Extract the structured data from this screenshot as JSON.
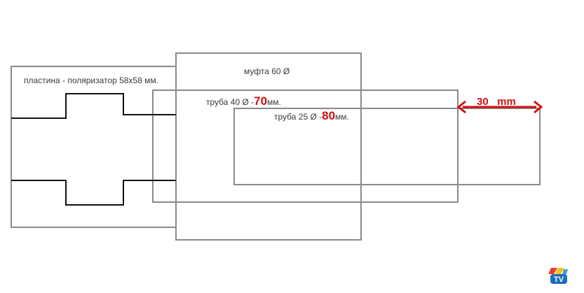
{
  "labels": {
    "plate": "пластина - поляризатор 58х58 мм.",
    "coupling": "муфта 60  Ø",
    "pipe40_prefix": "труба 40 Ø -",
    "pipe40_value": "70",
    "pipe40_unit": "мм.",
    "pipe25_prefix": "труба 25 Ø -",
    "pipe25_value": "80",
    "pipe25_unit": "мм.",
    "dimension": "30   mm"
  },
  "logo": {
    "text": "TV"
  },
  "colors": {
    "outline": "#8a8a8a",
    "profile": "#111111",
    "accent": "#d01010"
  }
}
